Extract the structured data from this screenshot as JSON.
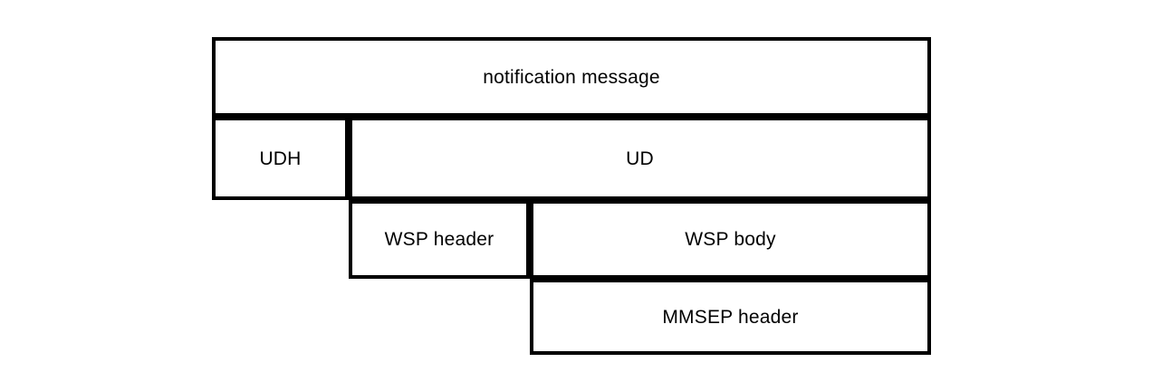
{
  "diagram": {
    "boxes": {
      "notification_message": {
        "label": "notification message"
      },
      "udh": {
        "label": "UDH"
      },
      "ud": {
        "label": "UD"
      },
      "wsp_header": {
        "label": "WSP header"
      },
      "wsp_body": {
        "label": "WSP body"
      },
      "mmsep_header": {
        "label": "MMSEP header"
      }
    },
    "colors": {
      "background": "#ffffff",
      "box_fill": "#ffffff",
      "border": "#000000",
      "text": "#000000"
    }
  }
}
